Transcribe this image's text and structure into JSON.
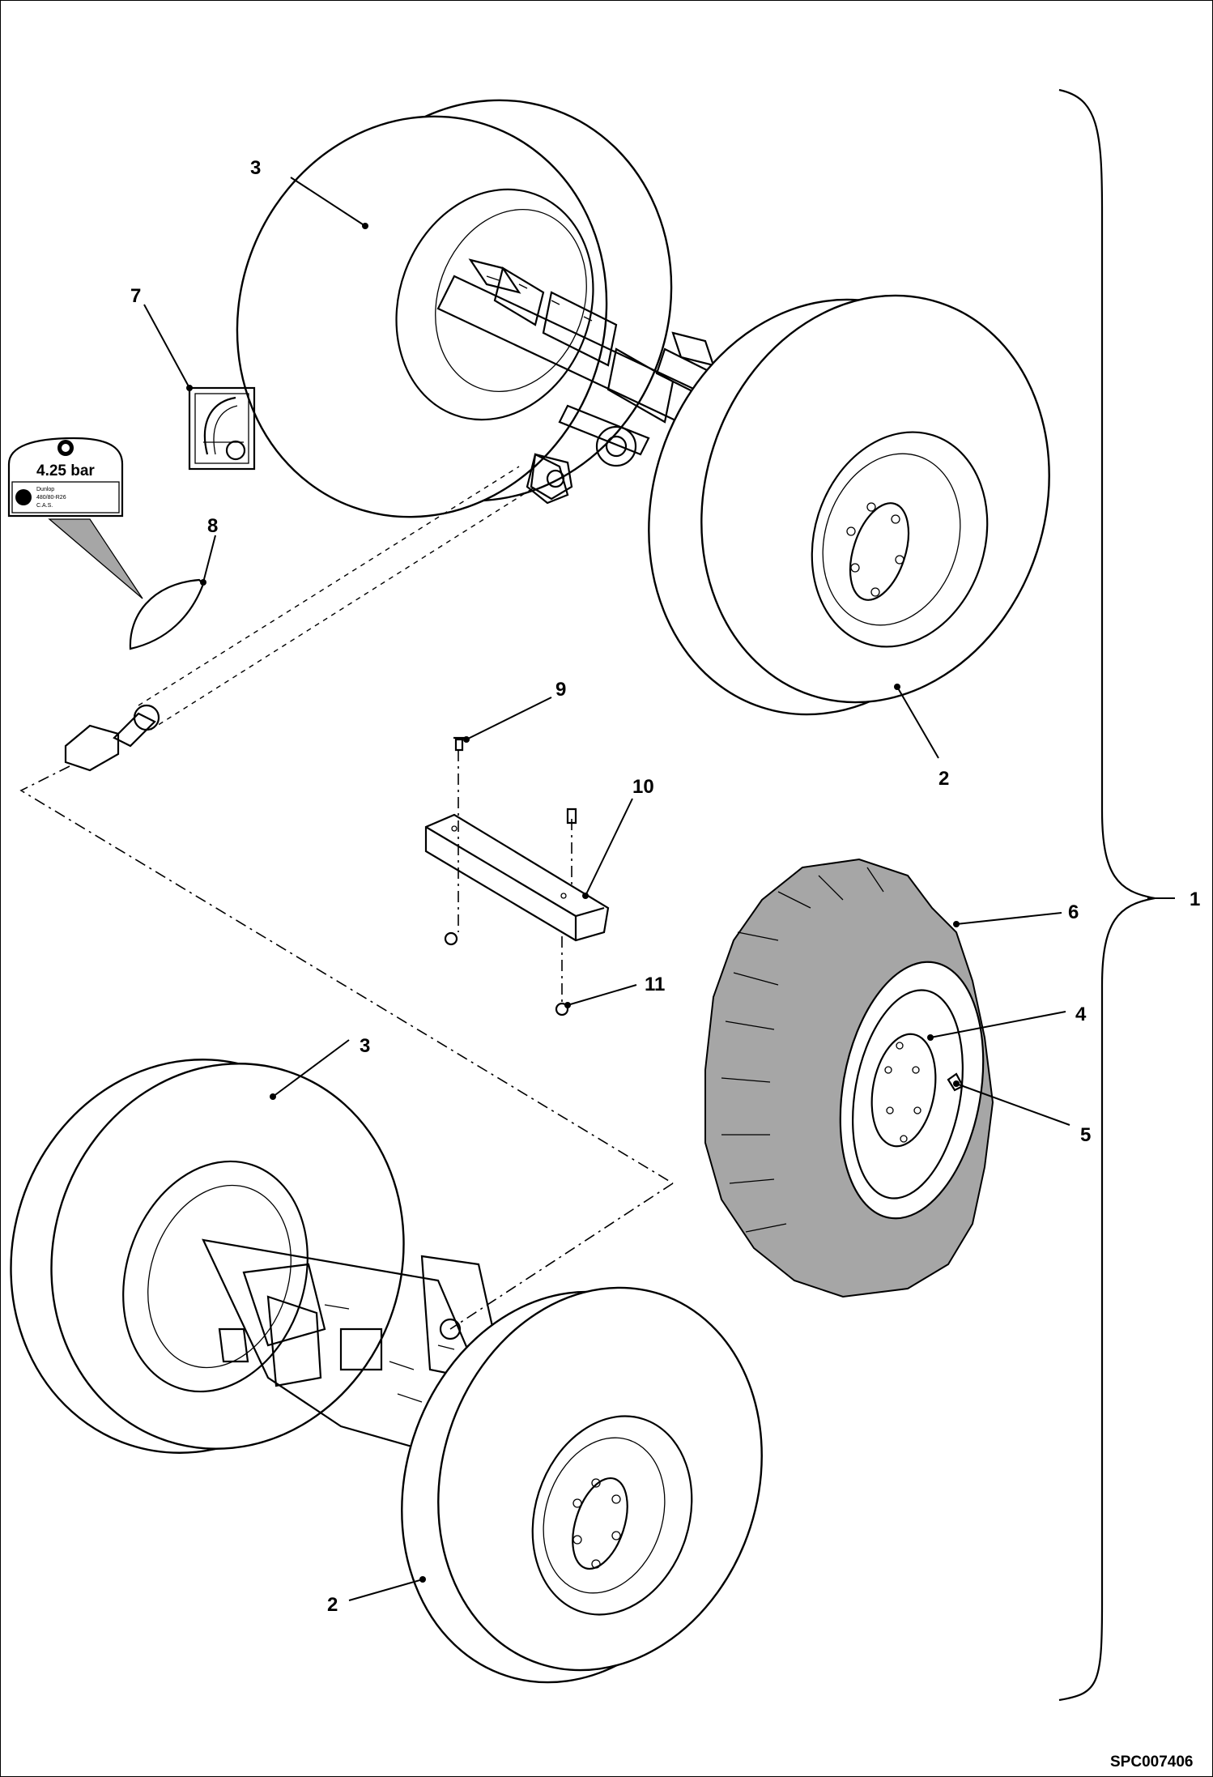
{
  "diagram": {
    "callouts": [
      "1",
      "2",
      "2",
      "3",
      "3",
      "4",
      "5",
      "6",
      "7",
      "8",
      "9",
      "10",
      "11"
    ],
    "decal_8": {
      "pressure": "4.25 bar",
      "line_a": "Dunlop",
      "line_b": "480/80-R26",
      "line_c": "C.A.S."
    },
    "drawing_code": "SPC007406"
  },
  "colors": {
    "line": "#000000",
    "tire_fill": "#ffffff",
    "tread_fill": "#a6a6a6",
    "background": "#ffffff"
  }
}
